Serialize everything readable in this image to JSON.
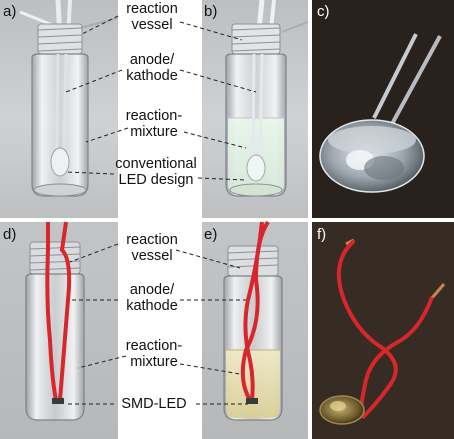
{
  "panels": [
    {
      "id": "a",
      "label": "a)"
    },
    {
      "id": "b",
      "label": "b)"
    },
    {
      "id": "c",
      "label": "c)"
    },
    {
      "id": "d",
      "label": "d)"
    },
    {
      "id": "e",
      "label": "e)"
    },
    {
      "id": "f",
      "label": "f)"
    }
  ],
  "top_annotations": {
    "vessel_line1": "reaction",
    "vessel_line2": "vessel",
    "electrode_line1": "anode/",
    "electrode_line2": "kathode",
    "mixture_line1": "reaction-",
    "mixture_line2": "mixture",
    "led_line1": "conventional",
    "led_line2": "LED design"
  },
  "bottom_annotations": {
    "vessel_line1": "reaction",
    "vessel_line2": "vessel",
    "electrode_line1": "anode/",
    "electrode_line2": "kathode",
    "mixture_line1": "reaction-",
    "mixture_line2": "mixture",
    "led_line1": "SMD-LED"
  },
  "colors": {
    "wire_red": "#d8262d",
    "solution_green": "#e4f2e6",
    "solution_yellow": "#e8e2b8",
    "photo_gray": "#bfc3c7",
    "photo_dark": "#2b2520"
  }
}
